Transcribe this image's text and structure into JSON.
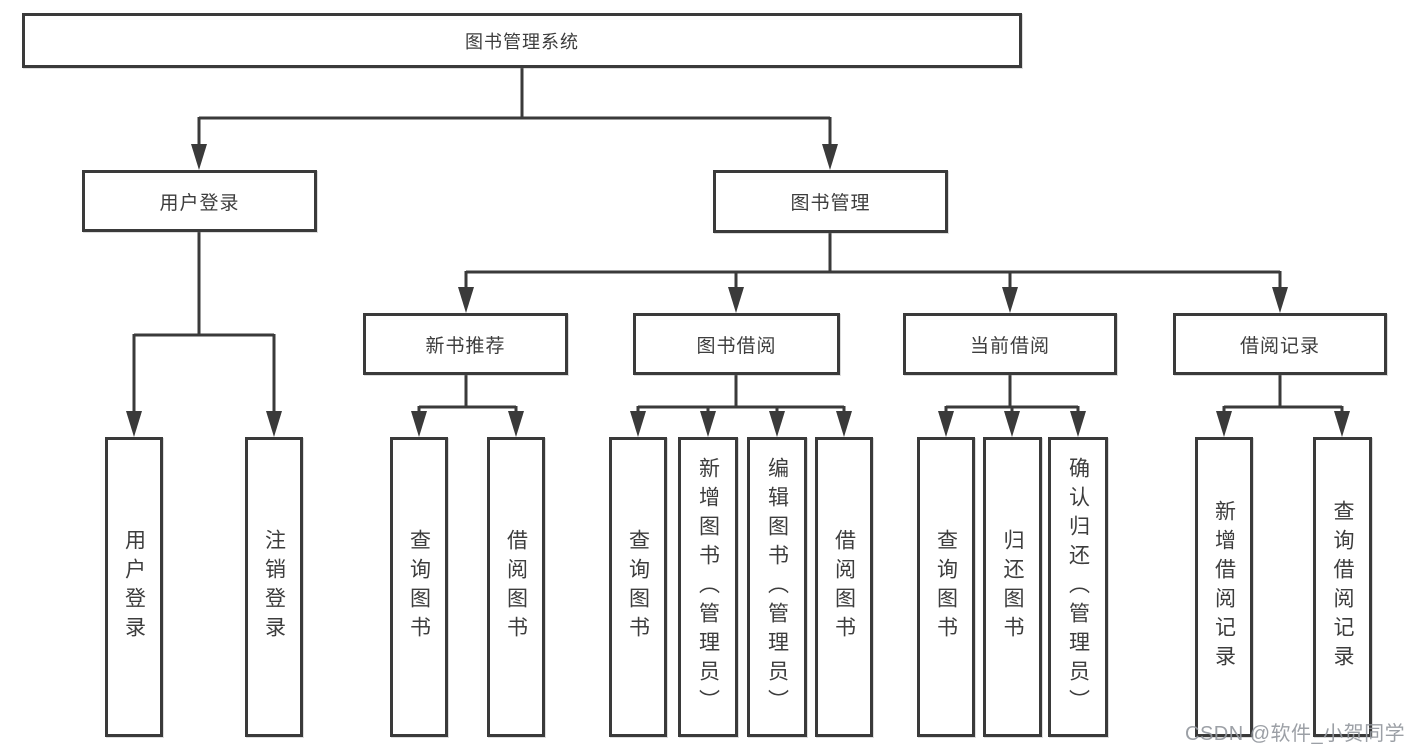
{
  "colors": {
    "line": "#3a3a3a",
    "text": "#3d3d3d",
    "box_background": "#ffffff",
    "watermark": "#94989e"
  },
  "watermark": {
    "text": "CSDN @软件_小贺同学"
  },
  "diagram": {
    "root": {
      "label": "图书管理系统",
      "children": [
        {
          "label": "用户登录",
          "children": [
            {
              "label": "用户登录"
            },
            {
              "label": "注销登录"
            }
          ]
        },
        {
          "label": "图书管理",
          "children": [
            {
              "label": "新书推荐",
              "children": [
                {
                  "label": "查询图书"
                },
                {
                  "label": "借阅图书"
                }
              ]
            },
            {
              "label": "图书借阅",
              "children": [
                {
                  "label": "查询图书"
                },
                {
                  "label": "新增图书（管理员）"
                },
                {
                  "label": "编辑图书（管理员）"
                },
                {
                  "label": "借阅图书"
                }
              ]
            },
            {
              "label": "当前借阅",
              "children": [
                {
                  "label": "查询图书"
                },
                {
                  "label": "归还图书"
                },
                {
                  "label": "确认归还（管理员）"
                }
              ]
            },
            {
              "label": "借阅记录",
              "children": [
                {
                  "label": "新增借阅记录"
                },
                {
                  "label": "查询借阅记录"
                }
              ]
            }
          ]
        }
      ]
    }
  }
}
